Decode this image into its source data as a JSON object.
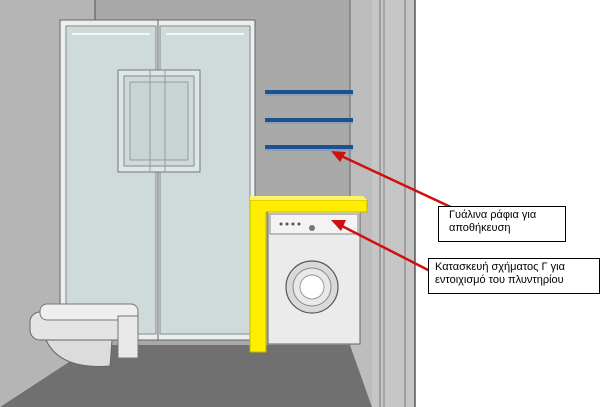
{
  "annotations": {
    "glass_shelves": "Γυάλινα ράφια για\nαποθήκευση",
    "l_shaped_enclosure": "Κατασκευή σχήματος Γ για\nεντοιχισμό του πλυντηρίου"
  },
  "colors": {
    "wall": "#a9a9a9",
    "floor": "#707070",
    "glass": "#cfdadb",
    "glass_frame": "#e9eeee",
    "shelf": "#1f4f8f",
    "enclosure": "#ffee00",
    "arrow": "#d01010",
    "washer": "#ebebeb"
  },
  "icons": [
    "washing-machine",
    "toilet",
    "shower-cabin"
  ]
}
